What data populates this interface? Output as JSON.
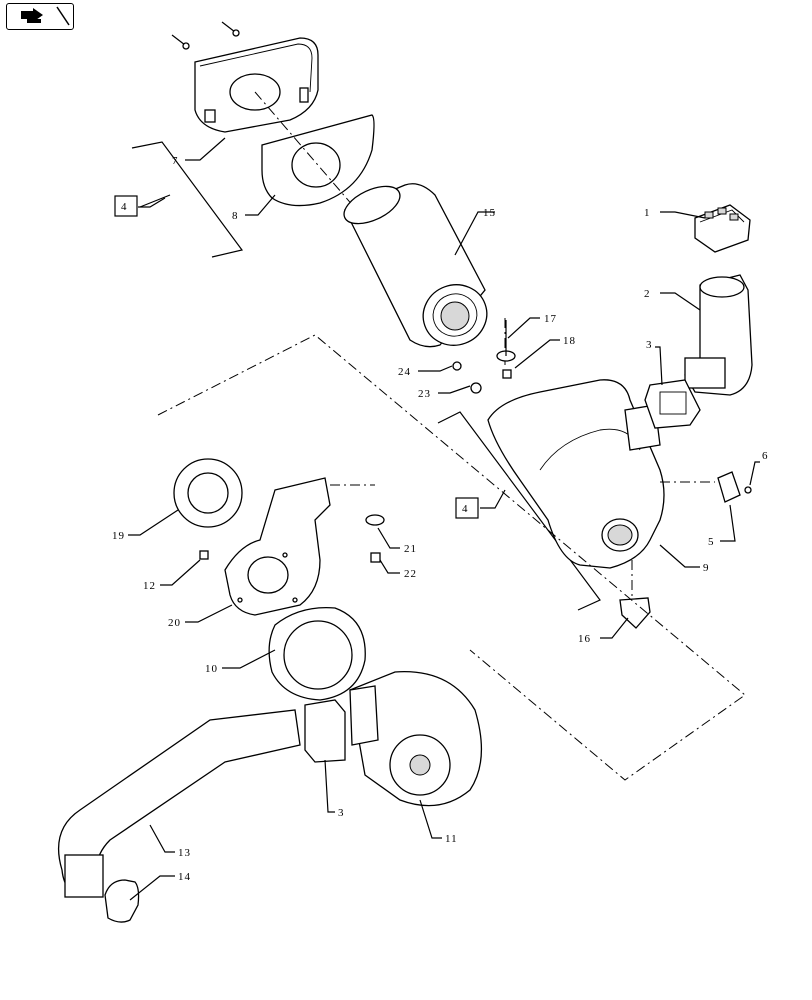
{
  "nav": {
    "icon": "return-arrow-icon"
  },
  "callouts": [
    {
      "id": "c1",
      "text": "1"
    },
    {
      "id": "c2",
      "text": "2"
    },
    {
      "id": "c3a",
      "text": "3"
    },
    {
      "id": "c3b",
      "text": "3"
    },
    {
      "id": "c4a",
      "text": "4"
    },
    {
      "id": "c4b",
      "text": "4"
    },
    {
      "id": "c5",
      "text": "5"
    },
    {
      "id": "c6",
      "text": "6"
    },
    {
      "id": "c7",
      "text": "7"
    },
    {
      "id": "c8",
      "text": "8"
    },
    {
      "id": "c9",
      "text": "9"
    },
    {
      "id": "c10",
      "text": "10"
    },
    {
      "id": "c11",
      "text": "11"
    },
    {
      "id": "c12",
      "text": "12"
    },
    {
      "id": "c13",
      "text": "13"
    },
    {
      "id": "c14",
      "text": "14"
    },
    {
      "id": "c15",
      "text": "15"
    },
    {
      "id": "c16",
      "text": "16"
    },
    {
      "id": "c17",
      "text": "17"
    },
    {
      "id": "c18",
      "text": "18"
    },
    {
      "id": "c19",
      "text": "19"
    },
    {
      "id": "c20",
      "text": "20"
    },
    {
      "id": "c21",
      "text": "21"
    },
    {
      "id": "c22",
      "text": "22"
    },
    {
      "id": "c23",
      "text": "23"
    },
    {
      "id": "c24",
      "text": "24"
    }
  ]
}
